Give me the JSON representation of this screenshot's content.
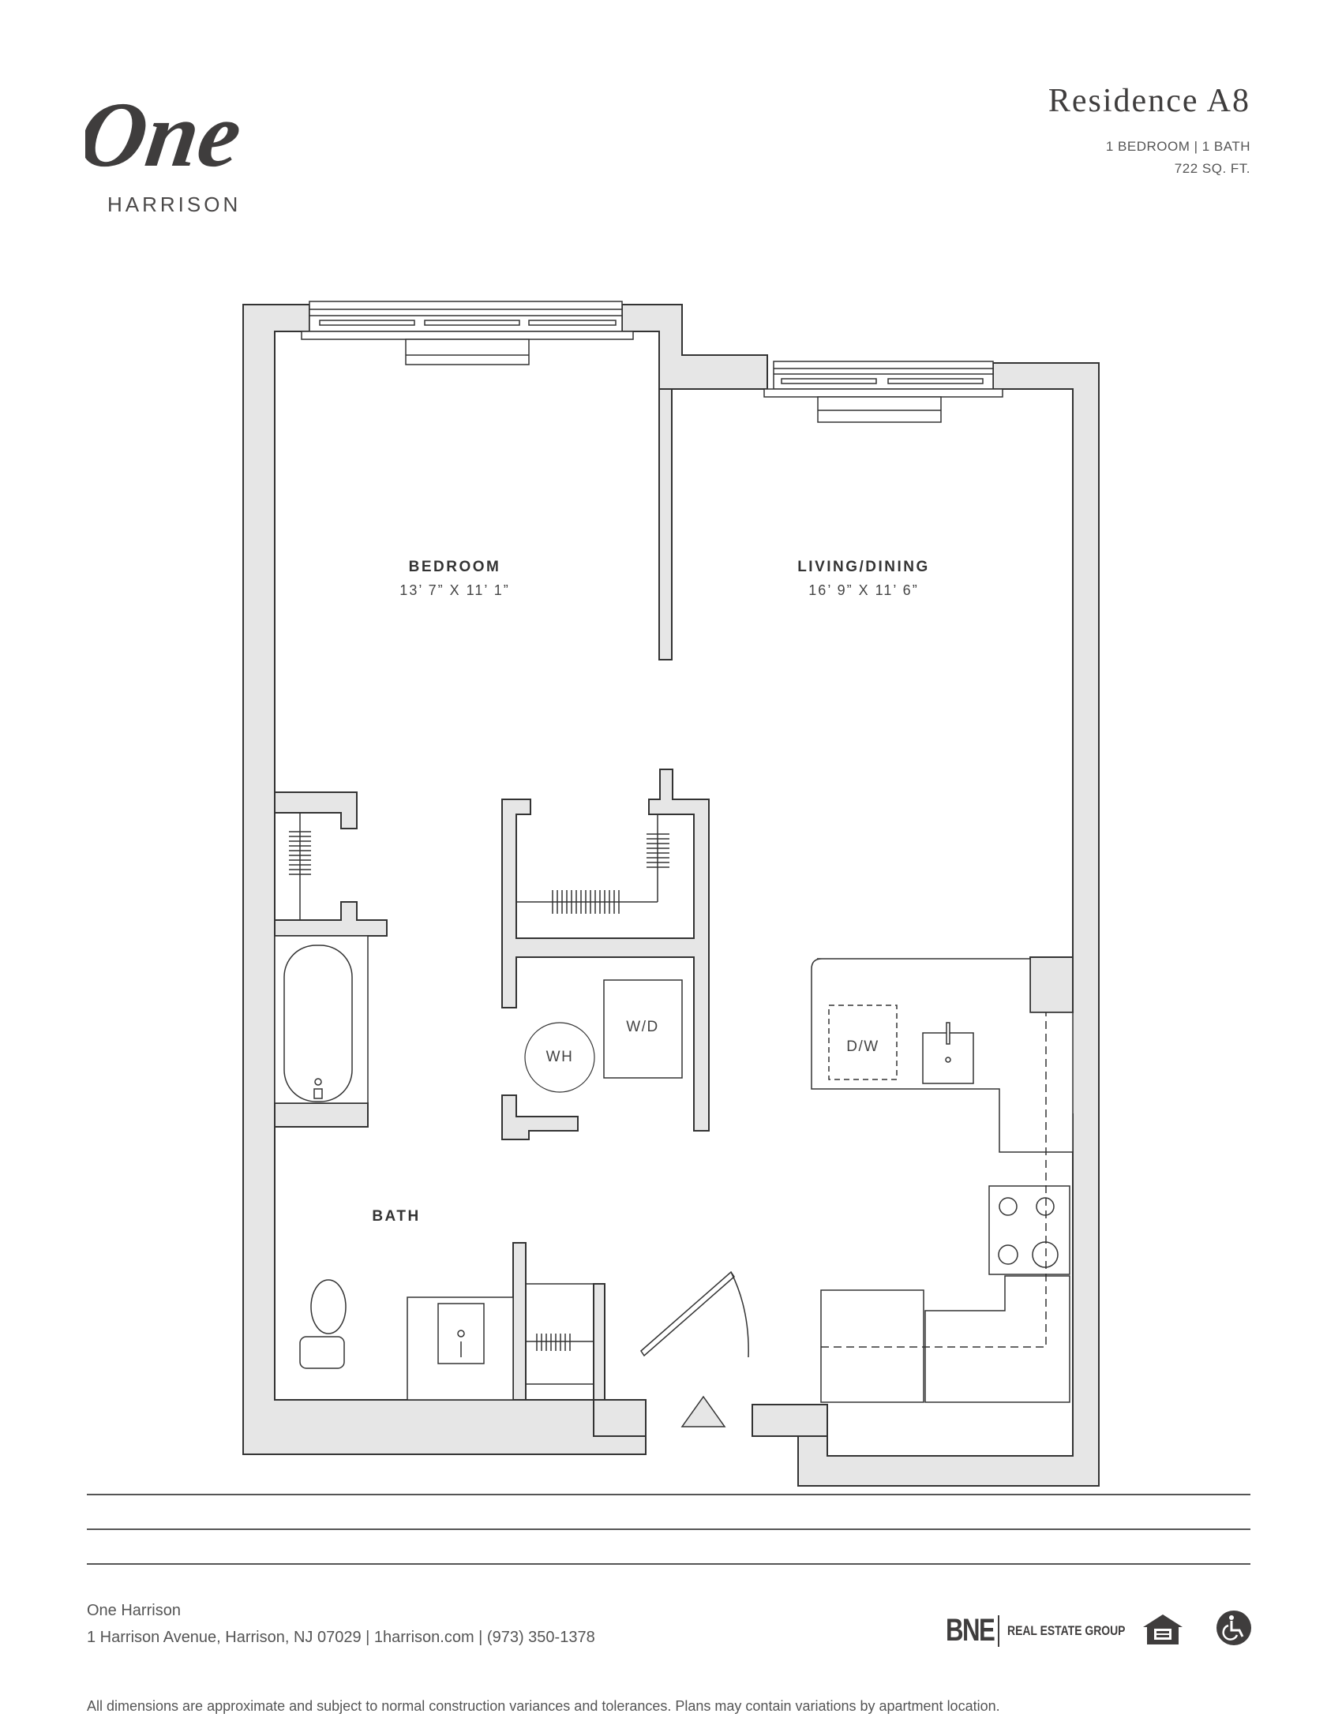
{
  "brand": {
    "logo_script": "One",
    "logo_sub": "HARRISON"
  },
  "unit": {
    "title": "Residence A8",
    "beds_baths": "1 BEDROOM | 1 BATH",
    "area": "722 SQ. FT."
  },
  "rooms": [
    {
      "name": "BEDROOM",
      "dimensions": "13’ 7” X 11’ 1”"
    },
    {
      "name": "LIVING/DINING",
      "dimensions": "16’ 9” X 11’ 6”"
    },
    {
      "name": "BATH",
      "dimensions": ""
    }
  ],
  "fixtures": {
    "water_heater": "WH",
    "washer_dryer": "W/D",
    "dishwasher": "D/W"
  },
  "footer": {
    "name": "One Harrison",
    "address_line": "1 Harrison Avenue, Harrison, NJ 07029 | 1harrison.com | (973) 350-1378",
    "disclaimer": "All dimensions are approximate and subject to normal construction variances and tolerances. Plans may contain variations by apartment location.",
    "developer_mark": "BNE",
    "developer_text": "REAL ESTATE GROUP",
    "icons": [
      "equal-housing-icon",
      "accessibility-icon"
    ]
  },
  "colors": {
    "wall_fill": "#e6e6e6",
    "line": "#333333",
    "text": "#3f3d3d"
  }
}
